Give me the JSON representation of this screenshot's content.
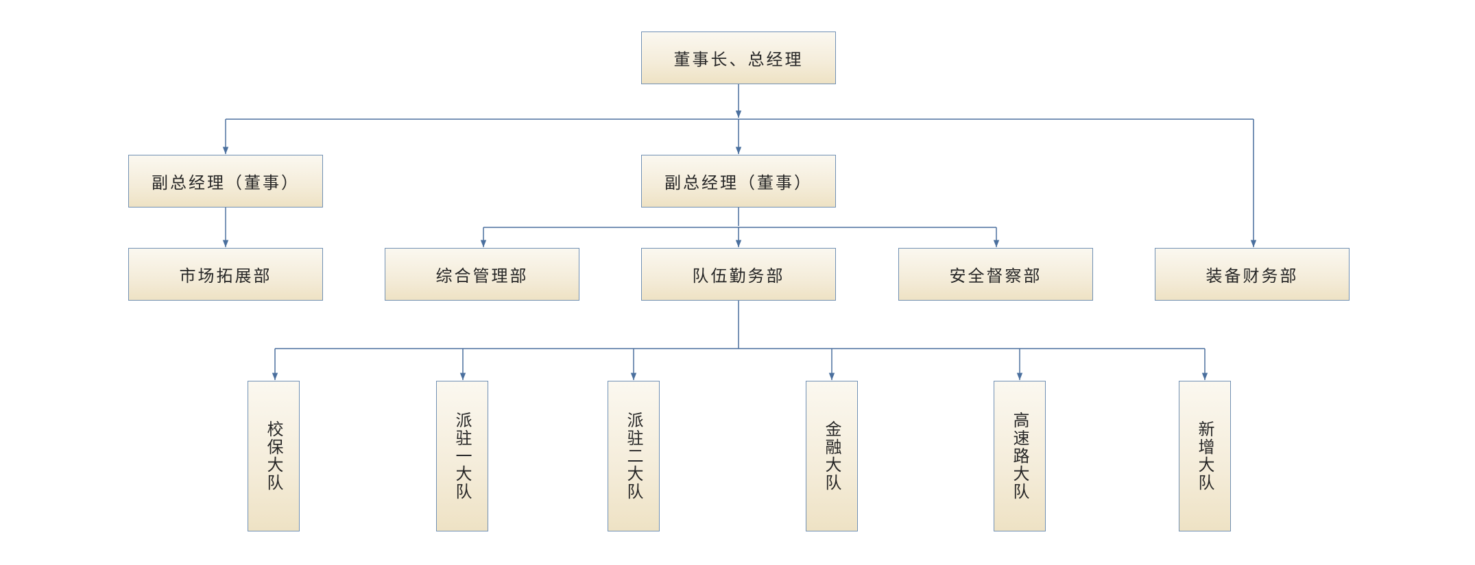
{
  "nodes": {
    "chairman": "董事长、总经理",
    "vp_left": "副总经理（董事）",
    "vp_center": "副总经理（董事）",
    "market_dept": "市场拓展部",
    "admin_dept": "综合管理部",
    "team_dept": "队伍勤务部",
    "safety_dept": "安全督察部",
    "finance_dept": "装备财务部",
    "school_team": "校保大队",
    "dispatch_team_1": "派驻一大队",
    "dispatch_team_2": "派驻二大队",
    "finance_team": "金融大队",
    "highway_team": "高速路大队",
    "new_team": "新增大队"
  },
  "colors": {
    "line": "#4a6f9e",
    "border": "#6f8fb3",
    "fill_top": "#fbf8f0",
    "fill_bottom": "#eee2c4"
  }
}
